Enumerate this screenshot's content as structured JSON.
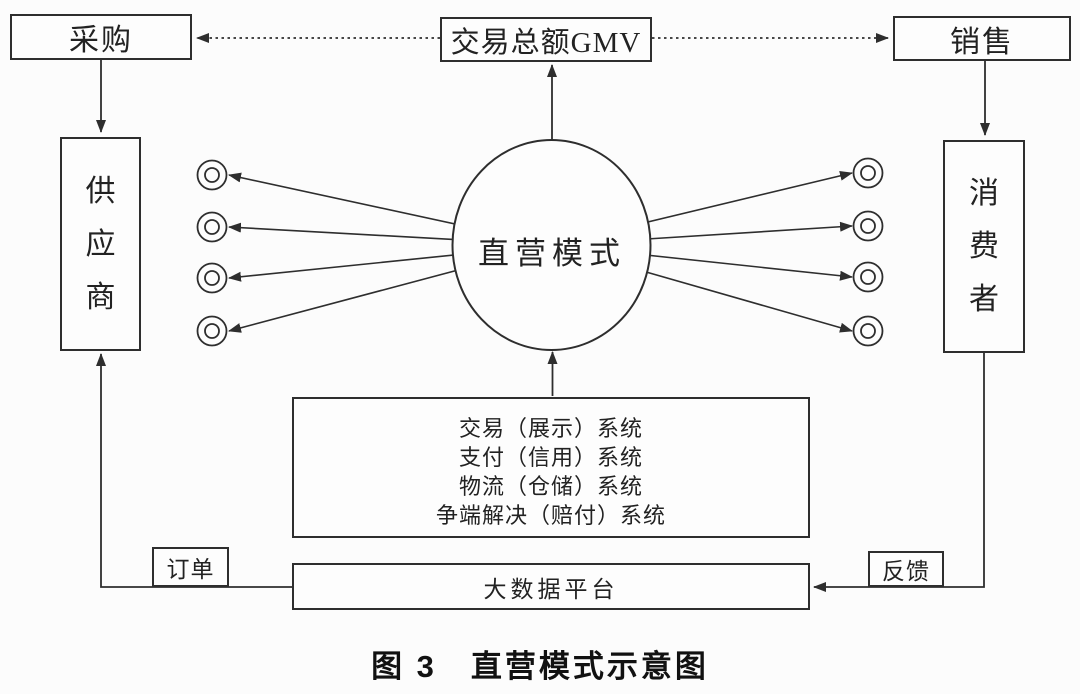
{
  "diagram": {
    "colors": {
      "line": "#2e2e2e",
      "background": "#fcfcfc",
      "box_fill": "#fdfdfd"
    },
    "nodes": {
      "procurement": {
        "label": "采购"
      },
      "gmv": {
        "label": "交易总额GMV"
      },
      "sales": {
        "label": "销售"
      },
      "supplier": {
        "label": "供应商"
      },
      "consumer": {
        "label": "消费者"
      },
      "center": {
        "label": "直营模式"
      },
      "systems": {
        "lines": [
          "交易（展示）系统",
          "支付（信用）系统",
          "物流（仓储）系统",
          "争端解决（赔付）系统"
        ]
      },
      "bigdata": {
        "label": "大数据平台"
      },
      "order": {
        "label": "订单"
      },
      "feedback": {
        "label": "反馈"
      }
    },
    "caption": "图 3　直营模式示意图"
  }
}
